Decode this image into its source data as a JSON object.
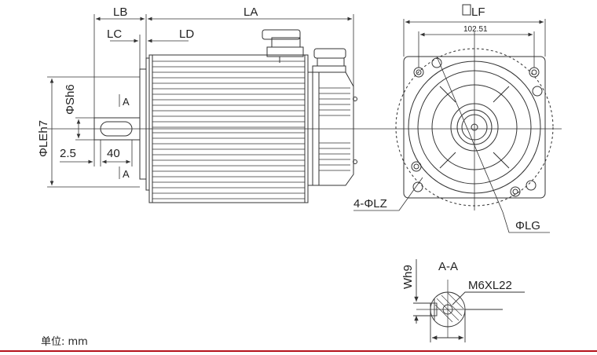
{
  "labels": {
    "lb": "LB",
    "la": "LA",
    "lf": "LF",
    "lc": "LC",
    "ld": "LD",
    "dim_102": "102.51",
    "sh6": "ΦSh6",
    "leh7": "ΦLEh7",
    "a_top": "A",
    "a_bottom": "A",
    "dim_2_5": "2.5",
    "dim_40": "40",
    "lz": "4-ΦLZ",
    "lg": "ΦLG",
    "wh9": "Wh9",
    "section": "A-A",
    "thread": "M6XL22"
  },
  "footer": {
    "unit_text": "单位: mm"
  },
  "colors": {
    "line": "#333333",
    "accent": "#b5121b"
  }
}
